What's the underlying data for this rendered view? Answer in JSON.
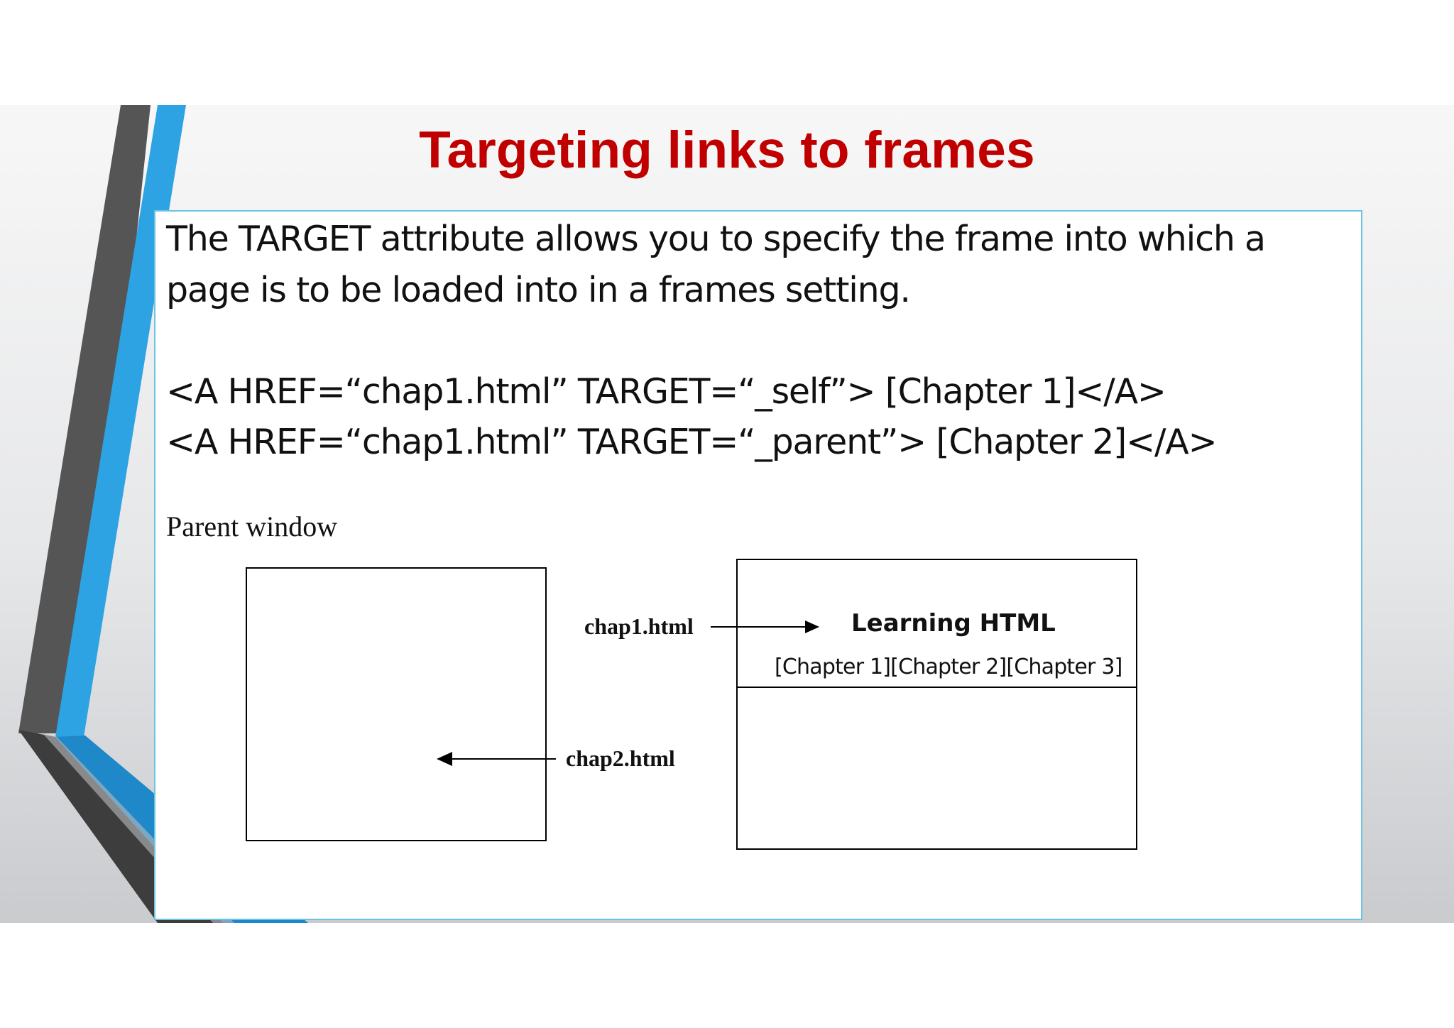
{
  "slide": {
    "title": "Targeting links to frames",
    "colors": {
      "title": "#c00000",
      "accent_blue": "#2ea3e3",
      "accent_dark": "#4a4a4a",
      "box_border": "#6cc4e0"
    },
    "body": {
      "line1": "The TARGET attribute allows you to specify the frame into which a",
      "line2": "page is to be loaded into in a frames setting.",
      "code1": "<A HREF=“chap1.html” TARGET=“_self”> [Chapter 1]</A>",
      "code2": "<A HREF=“chap1.html” TARGET=“_parent”> [Chapter 2]</A>"
    },
    "diagram": {
      "parent_window_label": "Parent window",
      "chap1_label": "chap1.html",
      "chap2_label": "chap2.html",
      "frame_heading": "Learning HTML",
      "frame_links": "[Chapter 1][Chapter 2][Chapter 3]"
    }
  }
}
